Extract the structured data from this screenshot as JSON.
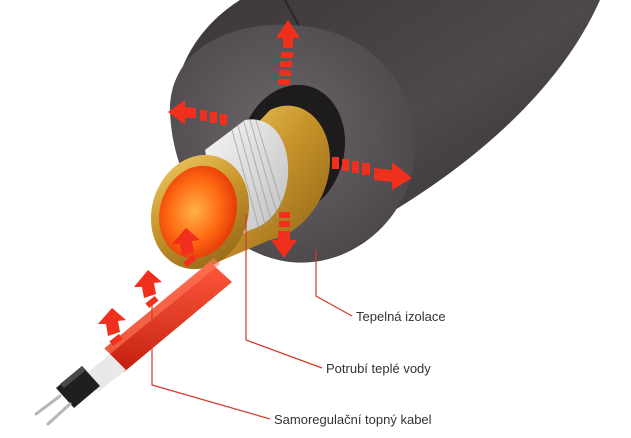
{
  "labels": {
    "insulation": "Tepelná izolace",
    "pipe": "Potrubí teplé vody",
    "cable": "Samoregulační topný kabel"
  },
  "colors": {
    "insulation": "#4a4548",
    "insulation_face": "#5c585b",
    "pipe_brass": "#c9982e",
    "heat_arrow": "#f0301c",
    "cable_jacket": "#e8331f",
    "leader_line": "#d23a2a",
    "label_text": "#333333"
  },
  "icons": {
    "heat_arrows": "heat-arrow-icon"
  }
}
